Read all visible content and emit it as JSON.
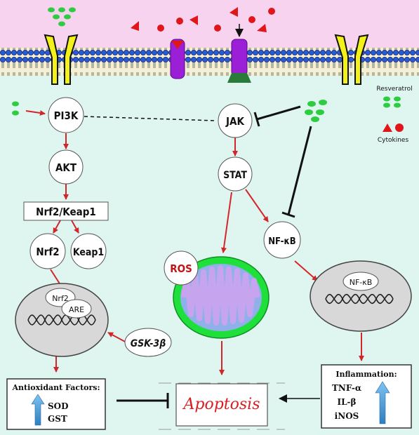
{
  "legend": {
    "resveratrol": "Resveratrol",
    "cytokines": "Cytokines"
  },
  "nodes": {
    "pi3k": "PI3K",
    "akt": "AKT",
    "nrf2_keap1": "Nrf2/Keap1",
    "nrf2": "Nrf2",
    "keap1": "Keap1",
    "jak": "JAK",
    "stat": "STAT",
    "nfkb": "NF-κB",
    "ros": "ROS",
    "gsk3b": "GSK-3β",
    "apoptosis": "Apoptosis"
  },
  "nucleus_left": {
    "nrf2": "Nrf2",
    "are": "ARE"
  },
  "nucleus_right": {
    "nfkb": "NF-κB"
  },
  "antioxidant": {
    "title": "Antioxidant Factors:",
    "items": [
      "SOD",
      "GST"
    ]
  },
  "inflammation": {
    "title": "Inflammation:",
    "items": [
      "TNF-α",
      "IL-β",
      "iNOS"
    ]
  },
  "colors": {
    "membrane_top": "#f8d3f0",
    "cytoplasm": "#dff6f0",
    "resveratrol": "#2ecc40",
    "cytokine": "#e0161a",
    "arrow": "#d4262a",
    "receptor_yellow": "#f2f21a",
    "receptor_purple": "#9b1fd6",
    "mito_outer": "#1fe03a",
    "mito_inner": "#c7a4ee",
    "up_arrow": "#3a8fd0"
  }
}
